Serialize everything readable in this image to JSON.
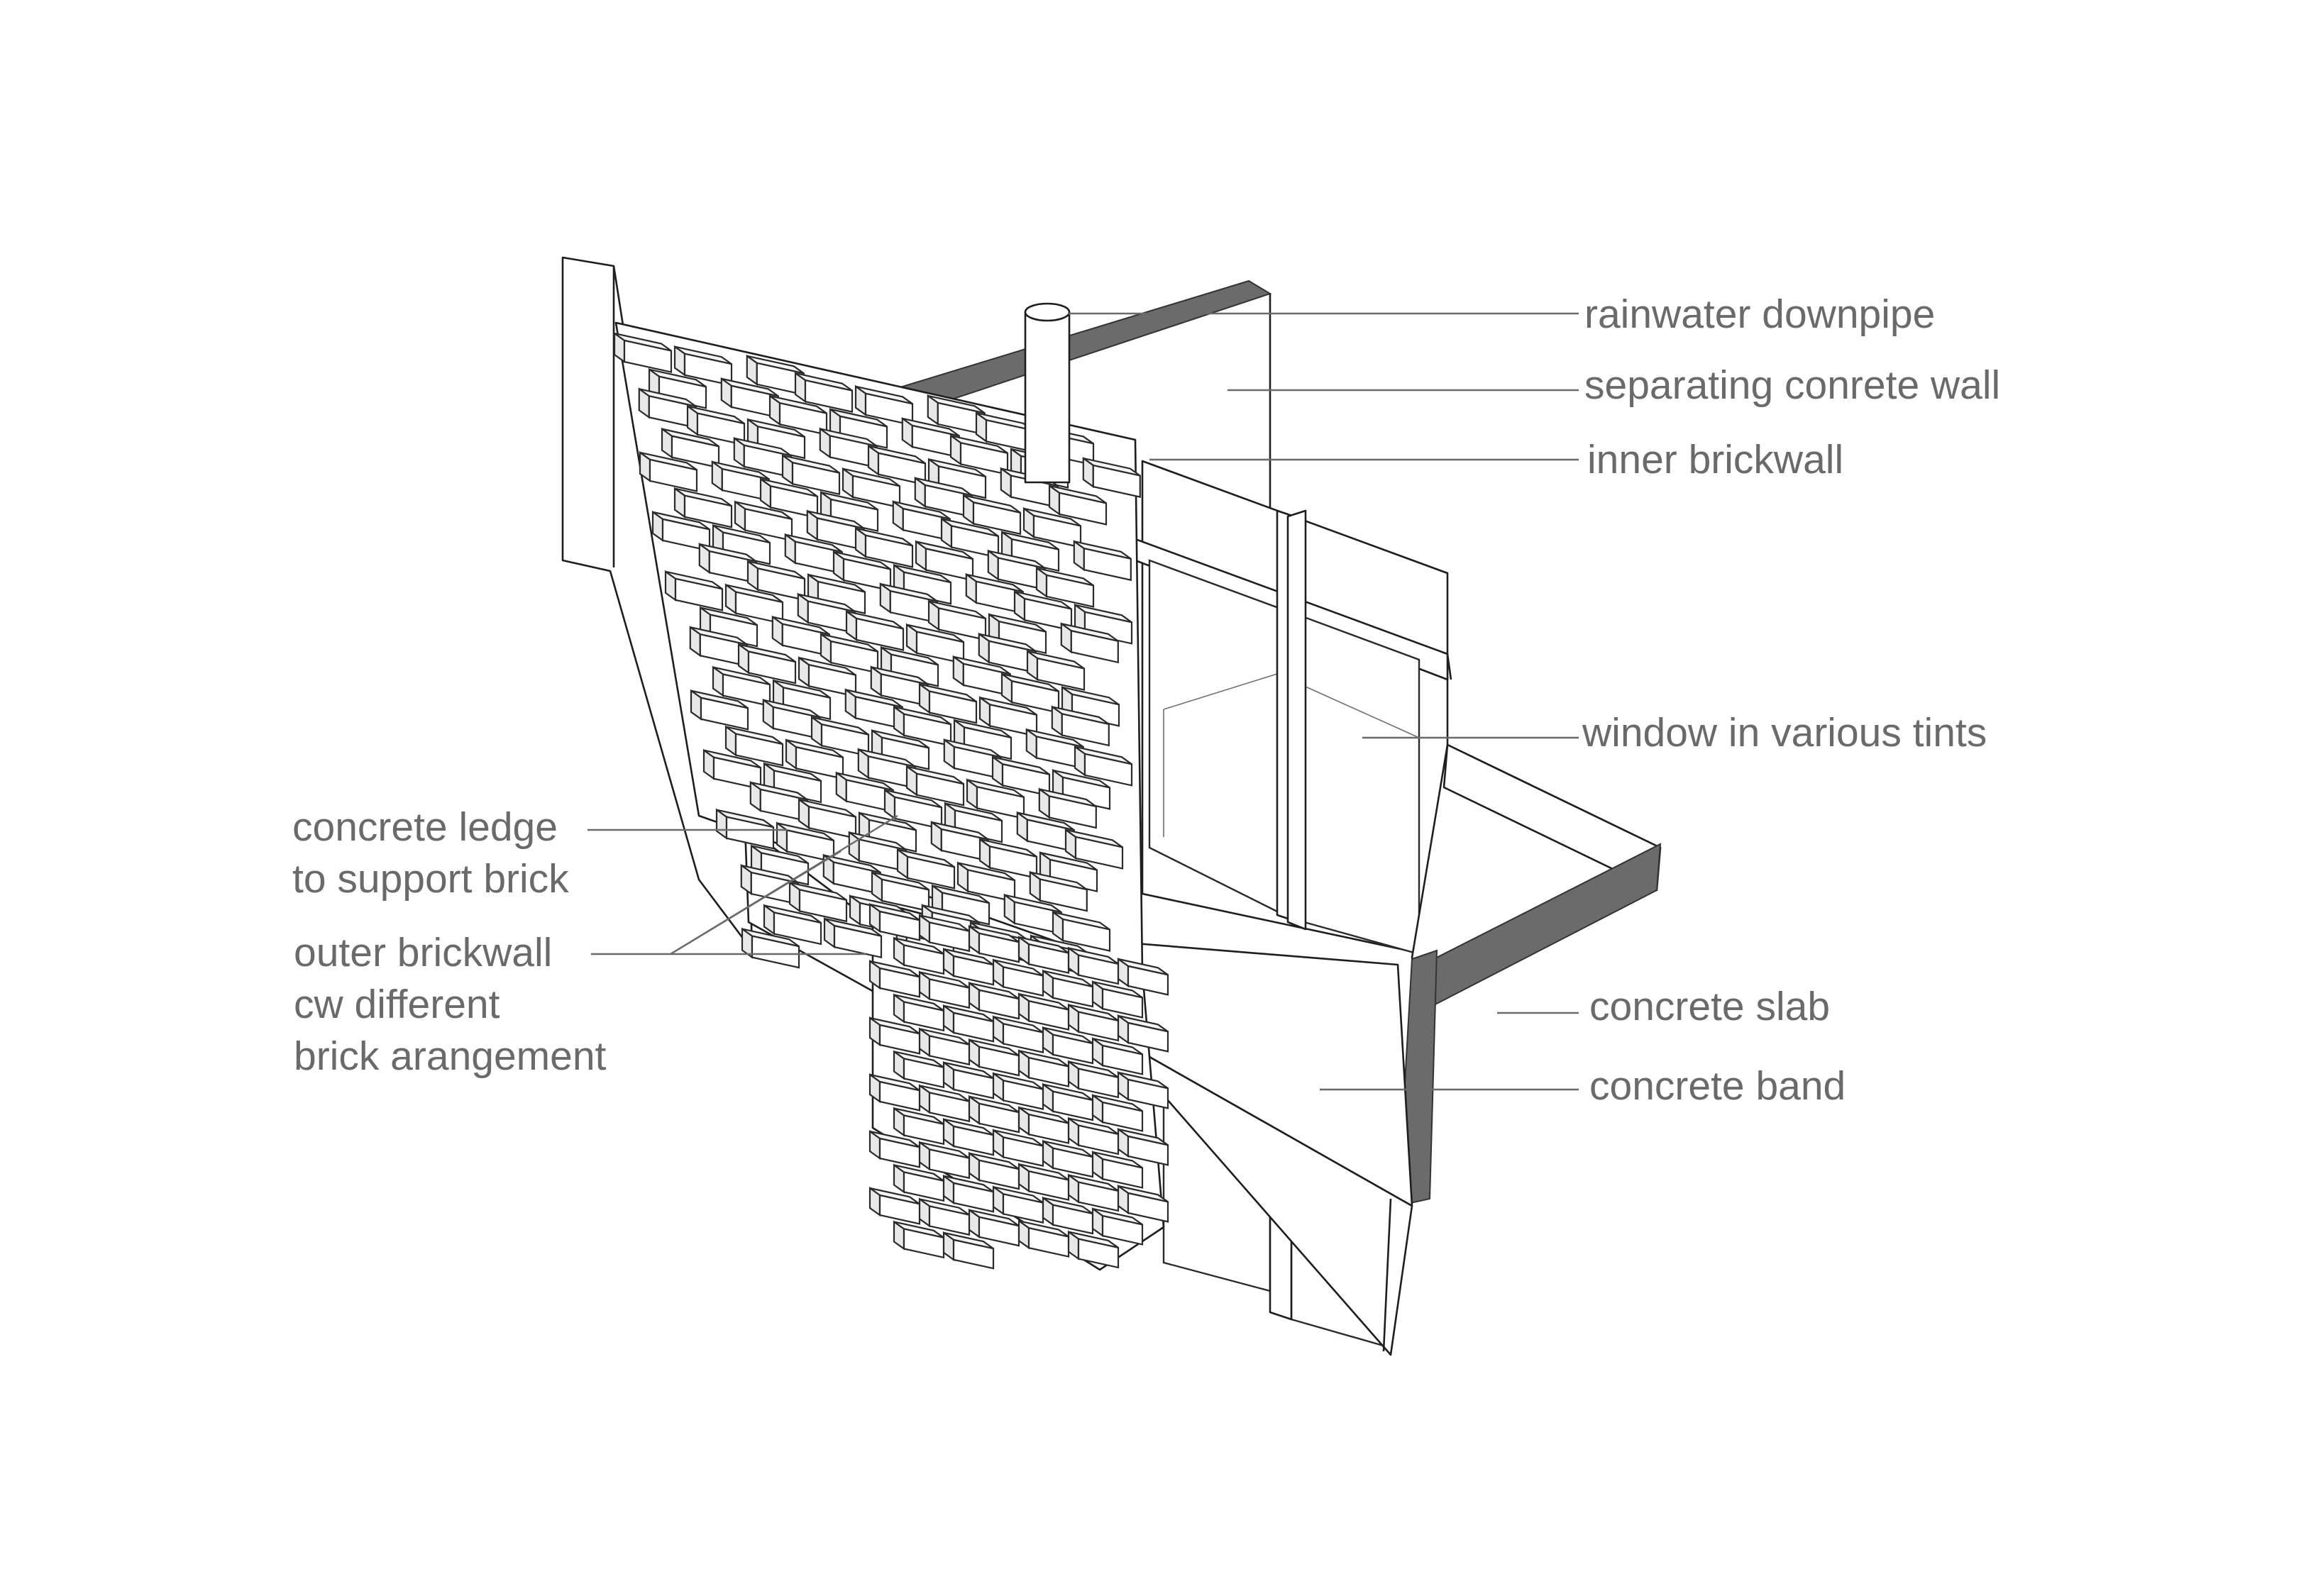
{
  "labels": {
    "rainwater_downpipe": "rainwater downpipe",
    "separating_wall": "separating conrete wall",
    "inner_brickwall": "inner brickwall",
    "window": "window in various tints",
    "concrete_ledge_line1": "concrete ledge",
    "concrete_ledge_line2": "to support brick",
    "outer_brickwall_line1": "outer brickwall",
    "outer_brickwall_line2": "cw different",
    "outer_brickwall_line3": "brick arangement",
    "concrete_slab": "concrete slab",
    "concrete_band": "concrete band"
  },
  "colors": {
    "label_text": "#6a6a6a",
    "linework": "#1e1e1e",
    "section_fill": "#6b6b6b",
    "background": "#ffffff"
  }
}
